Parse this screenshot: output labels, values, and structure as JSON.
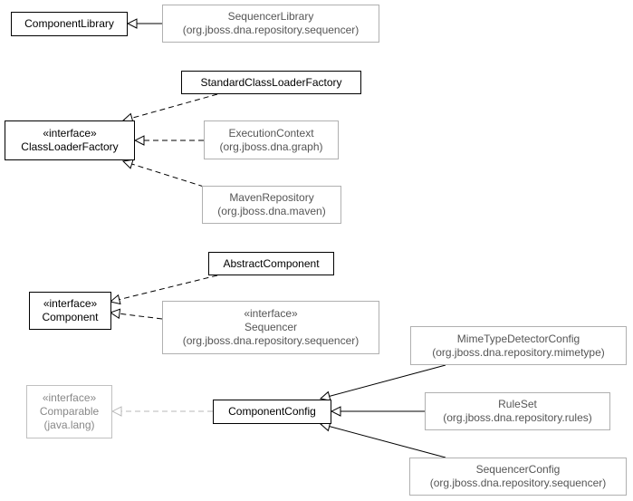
{
  "classes": {
    "component_library": {
      "name": "ComponentLibrary"
    },
    "sequencer_library": {
      "name": "SequencerLibrary",
      "package": "(org.jboss.dna.repository.sequencer)"
    },
    "standard_class_loader_factory": {
      "name": "StandardClassLoaderFactory"
    },
    "class_loader_factory": {
      "stereotype": "«interface»",
      "name": "ClassLoaderFactory"
    },
    "execution_context": {
      "name": "ExecutionContext",
      "package": "(org.jboss.dna.graph)"
    },
    "maven_repository": {
      "name": "MavenRepository",
      "package": "(org.jboss.dna.maven)"
    },
    "abstract_component": {
      "name": "AbstractComponent"
    },
    "component": {
      "stereotype": "«interface»",
      "name": "Component"
    },
    "sequencer": {
      "stereotype": "«interface»",
      "name": "Sequencer",
      "package": "(org.jboss.dna.repository.sequencer)"
    },
    "mime_type_detector_config": {
      "name": "MimeTypeDetectorConfig",
      "package": "(org.jboss.dna.repository.mimetype)"
    },
    "comparable": {
      "stereotype": "«interface»",
      "name": "Comparable",
      "package": "(java.lang)"
    },
    "component_config": {
      "name": "ComponentConfig"
    },
    "rule_set": {
      "name": "RuleSet",
      "package": "(org.jboss.dna.repository.rules)"
    },
    "sequencer_config": {
      "name": "SequencerConfig",
      "package": "(org.jboss.dna.repository.sequencer)"
    }
  },
  "relations": [
    {
      "from": "sequencer_library",
      "to": "component_library",
      "kind": "extends"
    },
    {
      "from": "standard_class_loader_factory",
      "to": "class_loader_factory",
      "kind": "implements"
    },
    {
      "from": "execution_context",
      "to": "class_loader_factory",
      "kind": "implements"
    },
    {
      "from": "maven_repository",
      "to": "class_loader_factory",
      "kind": "implements"
    },
    {
      "from": "abstract_component",
      "to": "component",
      "kind": "implements"
    },
    {
      "from": "sequencer",
      "to": "component",
      "kind": "implements"
    },
    {
      "from": "component_config",
      "to": "comparable",
      "kind": "implements"
    },
    {
      "from": "mime_type_detector_config",
      "to": "component_config",
      "kind": "extends"
    },
    {
      "from": "rule_set",
      "to": "component_config",
      "kind": "extends"
    },
    {
      "from": "sequencer_config",
      "to": "component_config",
      "kind": "extends"
    }
  ],
  "colors": {
    "main_border": "#000000",
    "other_border": "#b0b0b0",
    "faded": "#c0c0c0",
    "other_text": "#555555"
  }
}
